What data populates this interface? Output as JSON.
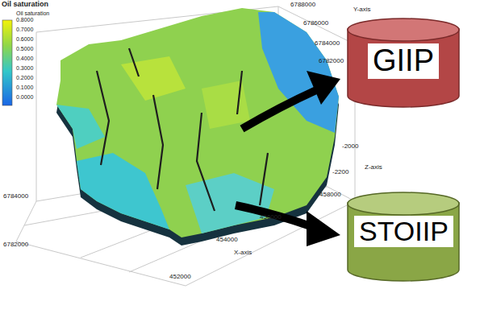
{
  "diagram": {
    "nodes": [
      {
        "text": [
          "GIIP"
        ]
      },
      {
        "text": [
          "STOIIP"
        ]
      }
    ],
    "labels": [
      "Oil saturation",
      "Oil saturation",
      "0.8000",
      "0.7000",
      "0.6000",
      "0.5000",
      "0.4000",
      "0.3000",
      "0.2000",
      "0.1000",
      "0.0000",
      "6788000",
      "Y-axis",
      "6786000",
      "6784000",
      "6782000",
      "-2000",
      "Z-axis",
      "-2200",
      "458000",
      "456000",
      "454000",
      "X-axis",
      "452000",
      "6784000",
      "6782000"
    ]
  }
}
